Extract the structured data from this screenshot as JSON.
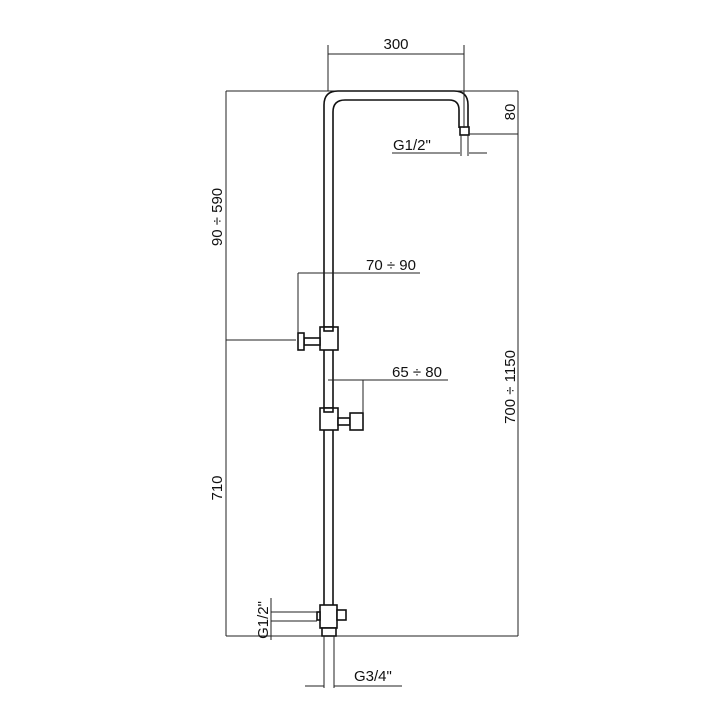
{
  "drawing": {
    "title": "Shower column technical drawing",
    "dimensions": {
      "arm_length": "300",
      "arm_drop": "80",
      "top_outlet_thread": "G1/2\"",
      "upper_range": "90 ÷ 590",
      "upper_bracket_offset": "70 ÷ 90",
      "slider_offset": "65 ÷ 80",
      "total_height_range": "700 ÷ 1150",
      "lower_height": "710",
      "diverter_outlet_thread": "G1/2\"",
      "inlet_thread": "G3/4\""
    }
  }
}
